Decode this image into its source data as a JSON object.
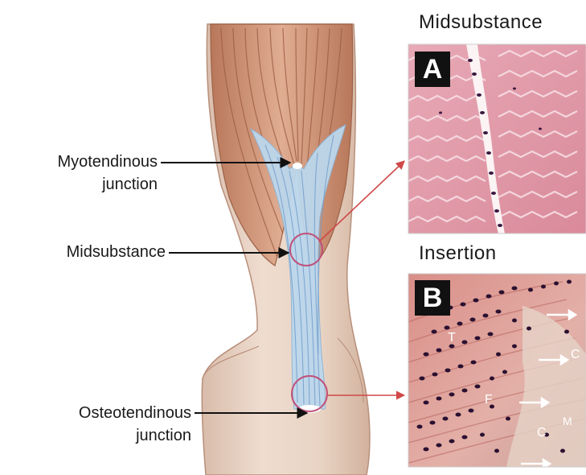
{
  "labels": {
    "myotendinous_line1": "Myotendinous",
    "myotendinous_line2": "junction",
    "midsubstance": "Midsubstance",
    "osteotendinous_line1": "Osteotendinous",
    "osteotendinous_line2": "junction"
  },
  "panels": {
    "a": {
      "title": "Midsubstance",
      "badge": "A"
    },
    "b": {
      "title": "Insertion",
      "badge": "B",
      "markers": {
        "t": "T",
        "f": "F",
        "c1": "C",
        "c2": "C",
        "m": "M"
      }
    }
  },
  "colors": {
    "skin": "#e8d3c3",
    "muscle": "#c98f6f",
    "tendon": "#bcd7ec",
    "highlight_circle": "#c0507a",
    "pointer_arrow": "#d04848",
    "histology_pink": "#e9a0ad",
    "nuclei": "#2a1030"
  }
}
